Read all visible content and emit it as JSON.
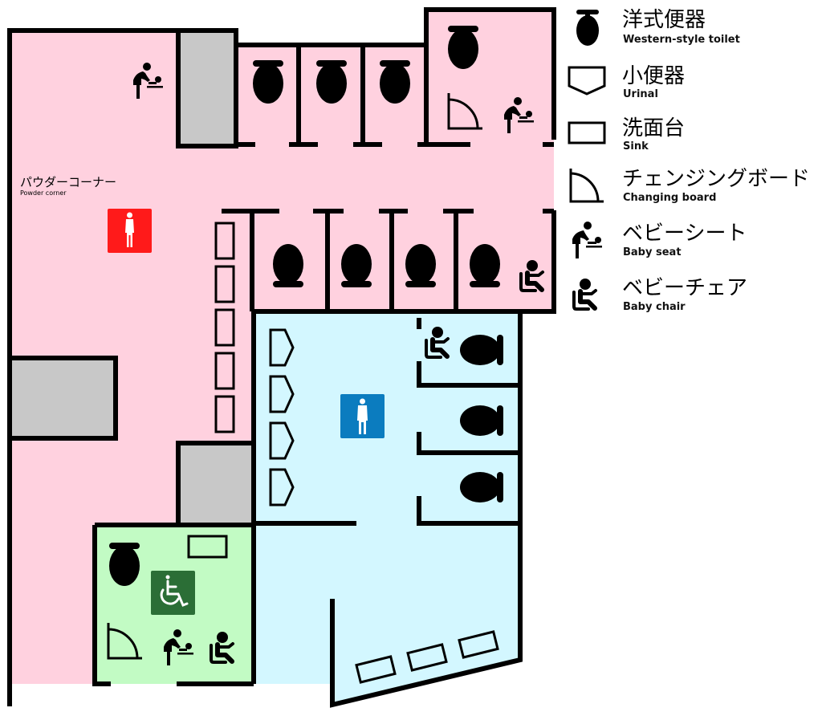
{
  "title": "Restroom floor plan",
  "colors": {
    "womens_area": "#ffd1df",
    "mens_area": "#d3f7ff",
    "accessible_area": "#c2fbc4",
    "pillar": "#c8c8c8",
    "wall": "#000000",
    "womens_sign": "#ff1a1a",
    "mens_sign": "#0b7cbf",
    "accessible_sign": "#2b6e36"
  },
  "areas": {
    "womens": {
      "label": "women-restroom",
      "sign_icon": "female-figure-icon"
    },
    "mens": {
      "label": "men-restroom",
      "sign_icon": "male-figure-icon"
    },
    "accessible": {
      "label": "multipurpose-restroom",
      "sign_icon": "wheelchair-icon"
    }
  },
  "powder_corner": {
    "label_jp": "パウダーコーナー",
    "label_en": "Powder corner"
  },
  "legend": [
    {
      "icon": "western-toilet-icon",
      "label_jp": "洋式便器",
      "label_en": "Western-style toilet"
    },
    {
      "icon": "urinal-icon",
      "label_jp": "小便器",
      "label_en": "Urinal"
    },
    {
      "icon": "sink-icon",
      "label_jp": "洗面台",
      "label_en": "Sink"
    },
    {
      "icon": "changing-board-icon",
      "label_jp": "チェンジングボード",
      "label_en": "Changing board"
    },
    {
      "icon": "baby-seat-icon",
      "label_jp": "ベビーシート",
      "label_en": "Baby seat"
    },
    {
      "icon": "baby-chair-icon",
      "label_jp": "ベビーチェア",
      "label_en": "Baby chair"
    }
  ],
  "counts": {
    "womens_toilets": 8,
    "womens_sinks": 5,
    "mens_toilets": 3,
    "mens_urinals": 4,
    "mens_sinks": 3,
    "accessible_toilets": 1,
    "accessible_sinks": 1
  }
}
